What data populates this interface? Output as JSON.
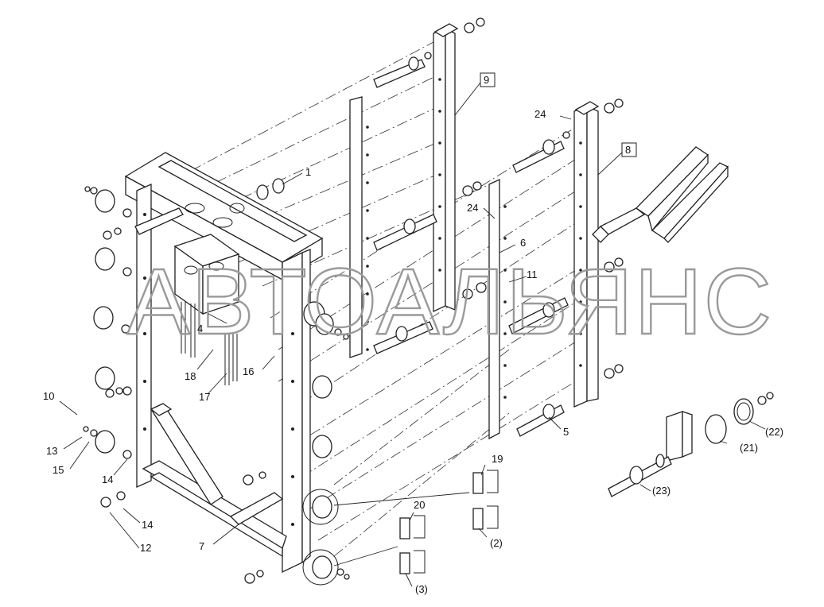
{
  "watermark": "АВТОАЛЬЯНС",
  "callouts": {
    "c1": "1",
    "c4": "4",
    "c5": "5",
    "c6": "6",
    "c7": "7",
    "c8": "8",
    "c9": "9",
    "c10": "10",
    "c11": "11",
    "c12": "12",
    "c13": "13",
    "c14a": "14",
    "c14b": "14",
    "c15": "15",
    "c16": "16",
    "c17": "17",
    "c18": "18",
    "c19": "19",
    "c20": "20",
    "c24a": "24",
    "c24b": "24",
    "p2": "(2)",
    "p3": "(3)",
    "p21": "(21)",
    "p22": "(22)",
    "p23": "(23)"
  }
}
